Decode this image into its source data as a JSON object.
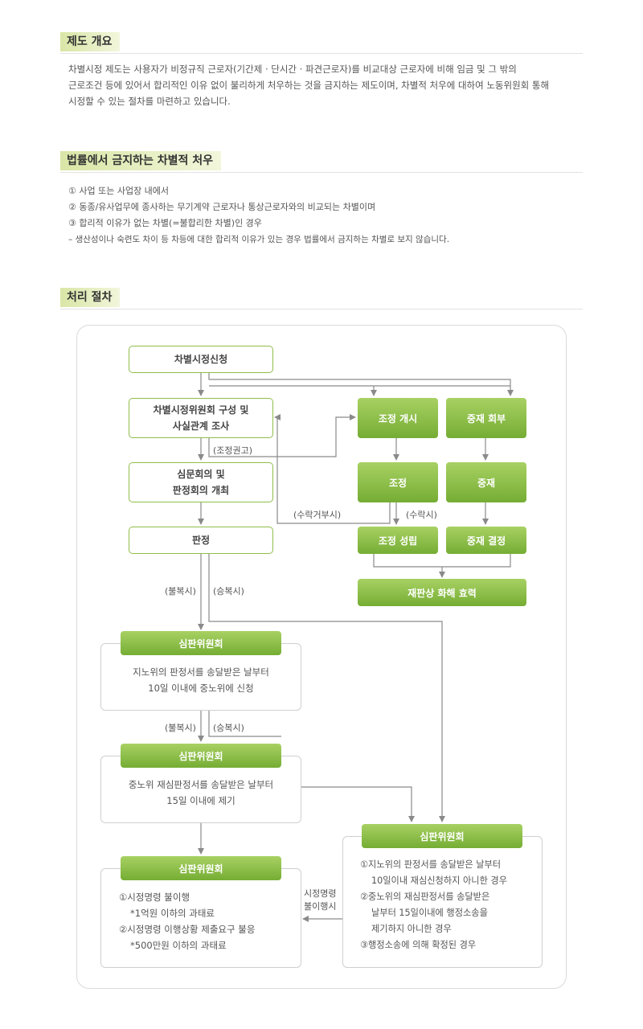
{
  "section1": {
    "title": "제도 개요",
    "lines": [
      "차별시정 제도는 사용자가 비정규직 근로자(기간제 · 단시간 · 파견근로자)를 비교대상 근로자에 비해 임금 및 그 밖의",
      "근로조건 등에 있어서 합리적인 이유 없이 불리하게 처우하는 것을 금지하는 제도이며, 차별적 처우에 대하여 노동위원회 통해",
      "시정할 수 있는 절차를 마련하고 있습니다."
    ]
  },
  "section2": {
    "title": "법률에서 금지하는 차별적 처우",
    "items": [
      "① 사업 또는 사업장 내에서",
      "② 동종/유사업무에 종사하는 무기계약 근로자나 통상근로자와의 비교되는 차별이며",
      "③ 합리적 이유가 없는 차별(=불합리한 차별)인 경우",
      "– 생산성이나 숙련도 차이 등 차등에 대한 합리적 이유가 있는 경우 법률에서 금지하는 차별로 보지 않습니다."
    ]
  },
  "section3": {
    "title": "처리 절차"
  },
  "flow": {
    "apply": "차별시정신청",
    "committee": [
      "차별시정위원회 구성 및",
      "사실관계 조사"
    ],
    "hearing": [
      "심문회의 및",
      "판정회의 개최"
    ],
    "judgment": "판정",
    "mediation_start": "조정 개시",
    "arbitration_ref": "중재 회부",
    "mediation": "조정",
    "arbitration": "중재",
    "mediation_done": "조정 성립",
    "arbitration_done": "중재 결정",
    "settlement": "재판상 화해 효력",
    "label_recommend": "(조정권고)",
    "label_reject": "(수락거부시)",
    "label_accept": "(수락시)",
    "label_dissent1": "(불복시)",
    "label_comply1": "(승복시)",
    "label_dissent2": "(불복시)",
    "label_comply2": "(승복시)",
    "label_noncompliance": [
      "시정명령",
      "불이행시"
    ],
    "box1": {
      "title": "심판위원회",
      "lines": [
        "지노위의 판정서를 송달받은 날부터",
        "10일 이내에 중노위에 신청"
      ]
    },
    "box2": {
      "title": "심판위원회",
      "lines": [
        "중노위 재심판정서를 송달받은 날부터",
        "15일 이내에 제기"
      ]
    },
    "box3": {
      "title": "심판위원회",
      "lines": [
        "①시정명령 불이행",
        "*1억원 이하의 과태료",
        "②시정명령 이행상황 제출요구 불응",
        "*500만원 이하의 과태료"
      ]
    },
    "box4": {
      "title": "심판위원회",
      "lines": [
        "①지노위의 판정서를  송달받은 날부터",
        "10일이내 재심신청하지 아니한 경우",
        "②중노위의 재심판정서를 송달받은",
        "날부터 15일이내에 행정소송을",
        "제기하지 아니한 경우",
        "③행정소송에 의해 확정된 경우"
      ]
    }
  },
  "colors": {
    "green_light": "#a8d163",
    "green_dark": "#75ad34",
    "border_green": "#8fbd4a",
    "arrow": "#8a8a8a"
  }
}
